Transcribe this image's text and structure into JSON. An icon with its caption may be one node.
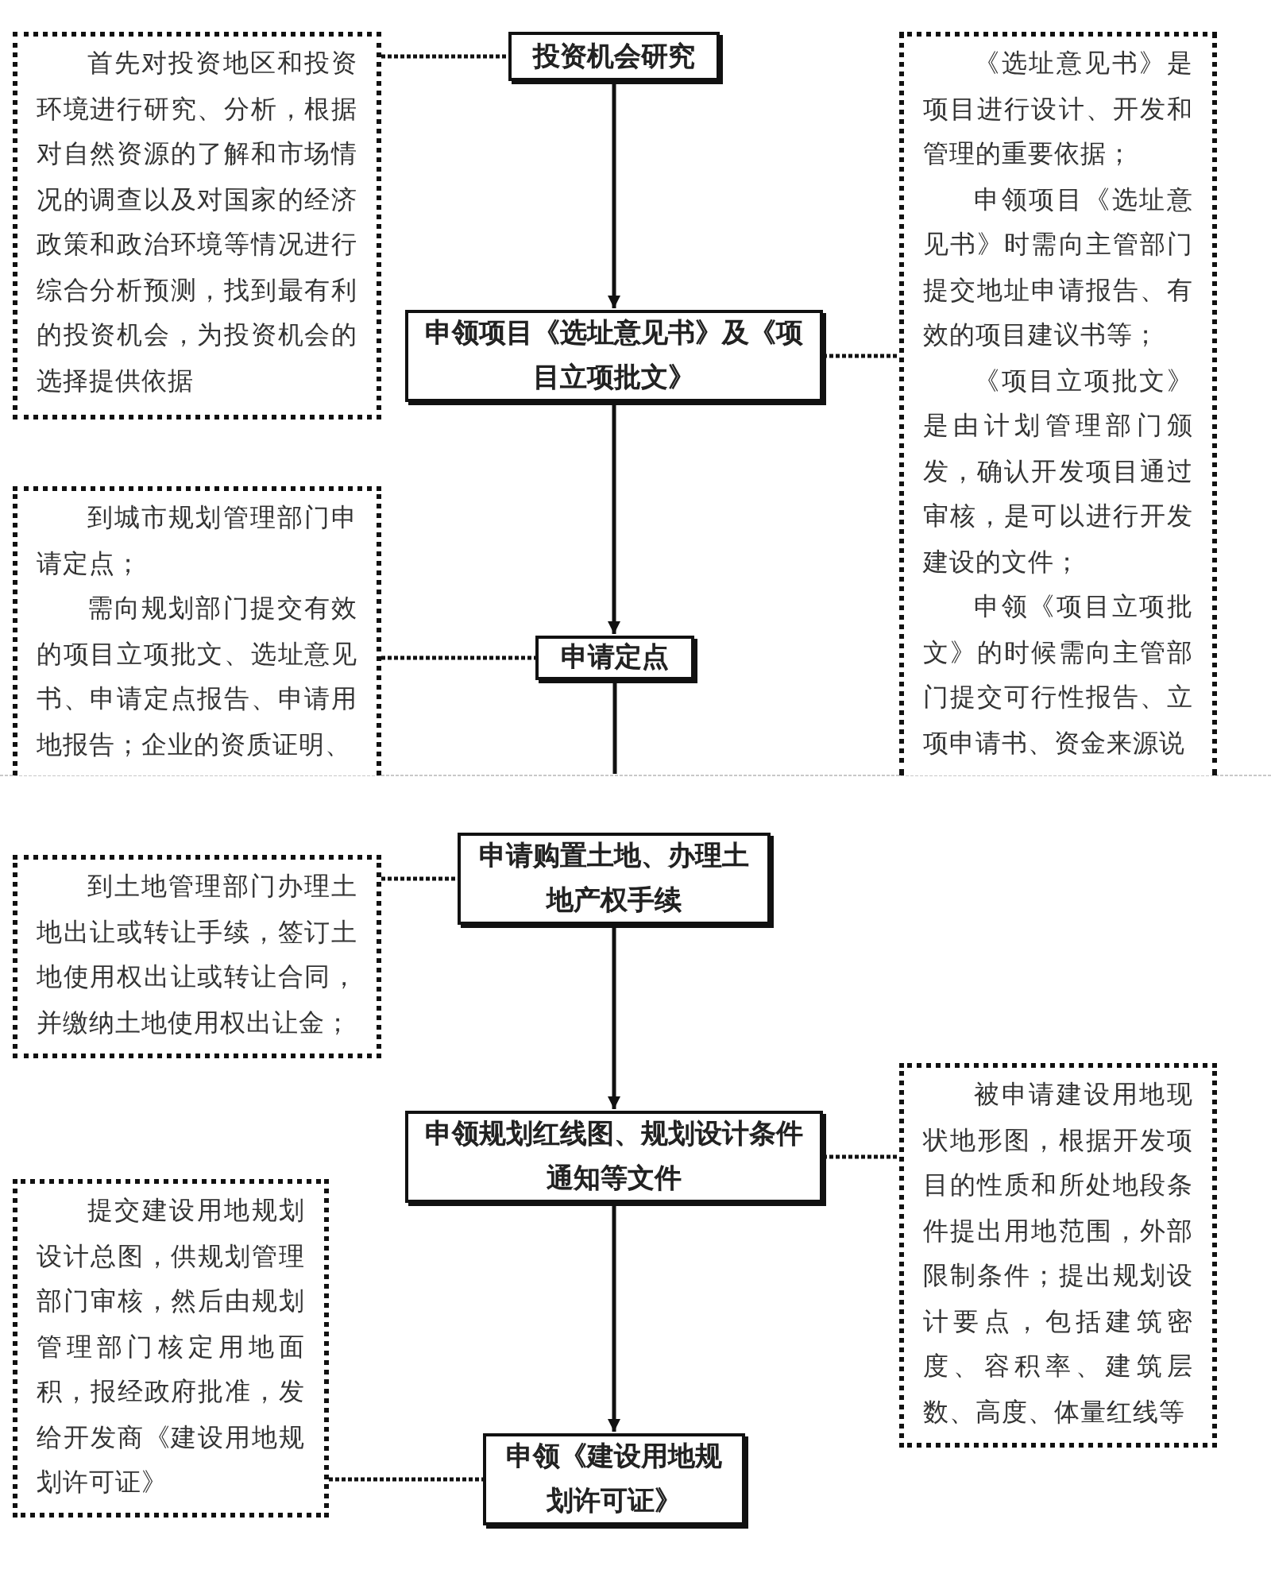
{
  "diagram": {
    "nodes": [
      {
        "text": [
          "首先对投资地区和投资环境进行研究、分析，根据对自然资源的了解和市场情况的调查以及对国家的经济政策和政治环境等情况进行综合分析预测，找到最有利的投资机会，为投资机会的选择提供依据"
        ]
      },
      {
        "text": [
          "投资机会研究"
        ]
      },
      {
        "text": [
          "《选址意见书》是项目进行设计、开发和管理的重要依据；",
          "申领项目《选址意见书》时需向主管部门提交地址申请报告、有效的项目建议书等；",
          "《项目立项批文》是由计划管理部门颁发，确认开发项目通过审核，是可以进行开发建设的文件；",
          "申领《项目立项批文》的时候需向主管部门提交可行性报告、立项申请书、资金来源说"
        ]
      },
      {
        "text": [
          "申领项目《选址意见书》及《项目立项批文》"
        ]
      },
      {
        "text": [
          "到城市规划管理部门申请定点；",
          "需向规划部门提交有效的项目立项批文、选址意见书、申请定点报告、申请用地报告；企业的资质证明、"
        ]
      },
      {
        "text": [
          "申请定点"
        ]
      },
      {
        "text": [
          "申请购置土地、办理土地产权手续"
        ]
      },
      {
        "text": [
          "到土地管理部门办理土地出让或转让手续，签订土地使用权出让或转让合同，并缴纳土地使用权出让金；"
        ]
      },
      {
        "text": [
          "申领规划红线图、规划设计条件通知等文件"
        ]
      },
      {
        "text": [
          "被申请建设用地现状地形图，根据开发项目的性质和所处地段条件提出用地范围，外部限制条件；提出规划设计要点，包括建筑密度、容积率、建筑层数、高度、体量红线等"
        ]
      },
      {
        "text": [
          "提交建设用地规划设计总图，供规划管理部门审核，然后由规划管理部门核定用地面积，报经政府批准，发给开发商《建设用地规划许可证》"
        ]
      },
      {
        "text": [
          "申领《建设用地规划许可证》"
        ]
      }
    ],
    "edges": [
      {
        "from": 0,
        "to": 1,
        "arrow": "none",
        "style": "dashed"
      },
      {
        "from": 1,
        "to": 3,
        "arrow": "to"
      },
      {
        "from": 3,
        "to": 2,
        "arrow": "none",
        "style": "dashed"
      },
      {
        "from": 3,
        "to": 5,
        "arrow": "to"
      },
      {
        "from": 4,
        "to": 5,
        "arrow": "none",
        "style": "dashed"
      },
      {
        "from": 5,
        "to": null,
        "arrow": "none"
      },
      {
        "from": 7,
        "to": 6,
        "arrow": "none",
        "style": "dashed"
      },
      {
        "from": 6,
        "to": 8,
        "arrow": "to"
      },
      {
        "from": 8,
        "to": 9,
        "arrow": "none",
        "style": "dashed"
      },
      {
        "from": 8,
        "to": 11,
        "arrow": "to"
      },
      {
        "from": 10,
        "to": 11,
        "arrow": "none",
        "style": "dashed"
      }
    ]
  }
}
